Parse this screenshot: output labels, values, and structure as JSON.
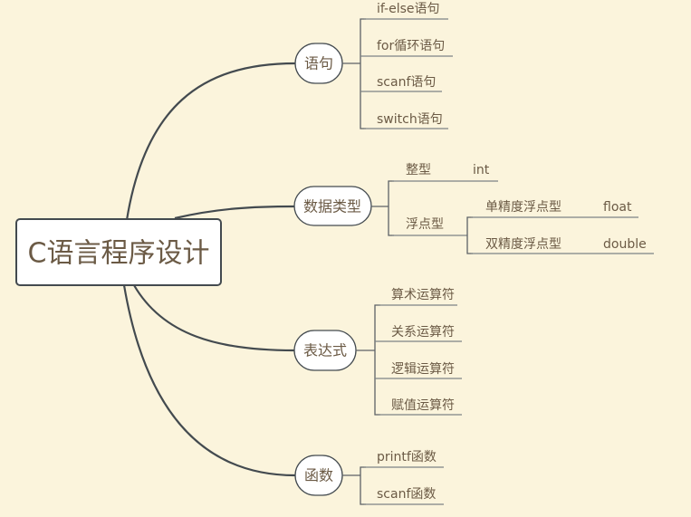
{
  "root": "C语言程序设计",
  "branches": {
    "statements": {
      "label": "语句",
      "children": [
        "if-else语句",
        "for循环语句",
        "scanf语句",
        "switch语句"
      ]
    },
    "datatypes": {
      "label": "数据类型",
      "int": {
        "label": "整型",
        "value": "int"
      },
      "float": {
        "label": "浮点型",
        "single": {
          "label": "单精度浮点型",
          "value": "float"
        },
        "double": {
          "label": "双精度浮点型",
          "value": "double"
        }
      }
    },
    "expressions": {
      "label": "表达式",
      "children": [
        "算术运算符",
        "关系运算符",
        "逻辑运算符",
        "赋值运算符"
      ]
    },
    "functions": {
      "label": "函数",
      "children": [
        "printf函数",
        "scanf函数"
      ]
    }
  }
}
